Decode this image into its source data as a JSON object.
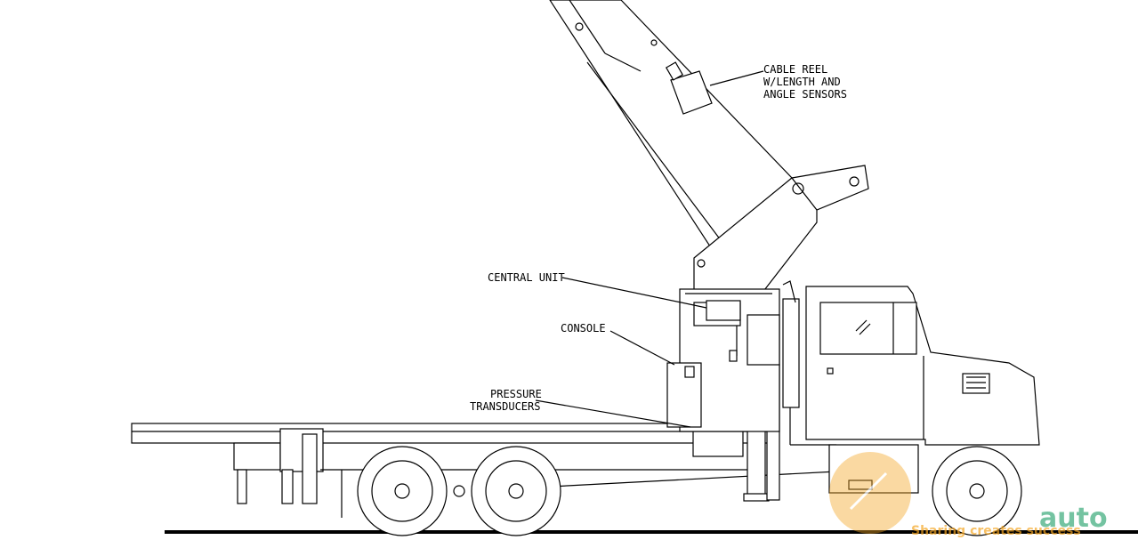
{
  "labels": {
    "cable_reel": [
      "CABLE REEL",
      "W/LENGTH AND",
      "ANGLE SENSORS"
    ],
    "central_unit": "CENTRAL UNIT",
    "console": "CONSOLE",
    "pressure_transducers": [
      "PRESSURE",
      "TRANSDUCERS"
    ]
  },
  "watermark": {
    "brand": "auto",
    "tagline": "Sharing creates success",
    "color": "#f5a623"
  },
  "colors": {
    "line": "#000000",
    "background": "#ffffff"
  }
}
